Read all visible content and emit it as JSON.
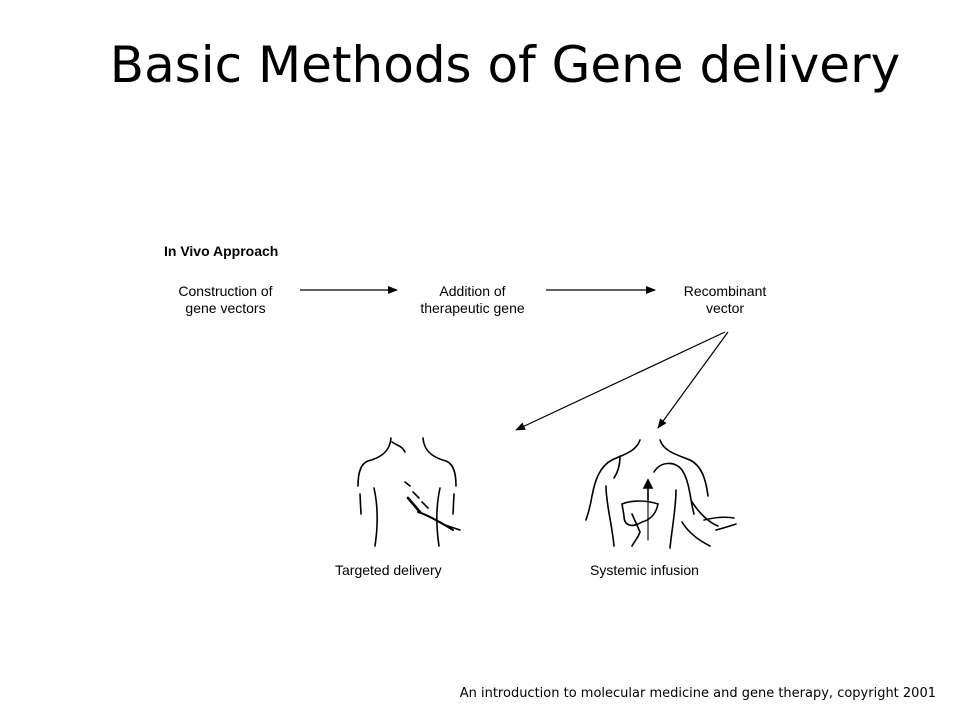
{
  "slide": {
    "title": "Basic Methods of Gene delivery",
    "citation": "An introduction to molecular medicine and gene therapy, copyright 2001"
  },
  "diagram": {
    "heading": "In Vivo Approach",
    "steps": [
      {
        "line1": "Construction of",
        "line2": "gene vectors"
      },
      {
        "line1": "Addition of",
        "line2": "therapeutic gene"
      },
      {
        "line1": "Recombinant",
        "line2": "vector"
      }
    ],
    "outcomes": [
      {
        "label": "Targeted delivery",
        "icon": "torso-back-injection-icon"
      },
      {
        "label": "Systemic infusion",
        "icon": "torso-front-infusion-icon"
      }
    ]
  }
}
